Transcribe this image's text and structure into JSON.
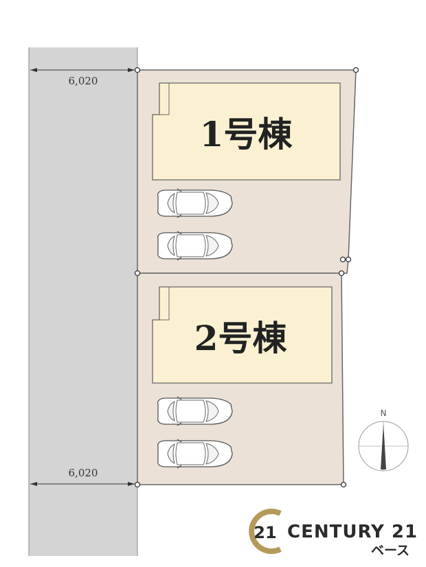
{
  "road": {
    "width_top": "6,020",
    "width_bottom": "6,020"
  },
  "lots": [
    {
      "label": "1号棟",
      "parking_spaces": 2
    },
    {
      "label": "2号棟",
      "parking_spaces": 2
    }
  ],
  "compass": {
    "label": "N"
  },
  "logo": {
    "emblem": "21",
    "brand": "CENTURY 21",
    "branch": "ベース"
  },
  "colors": {
    "road": "#d4d4d4",
    "lot": "#ebe1d6",
    "building": "#fbf1d2",
    "logo_gold": "#b49a5a"
  }
}
